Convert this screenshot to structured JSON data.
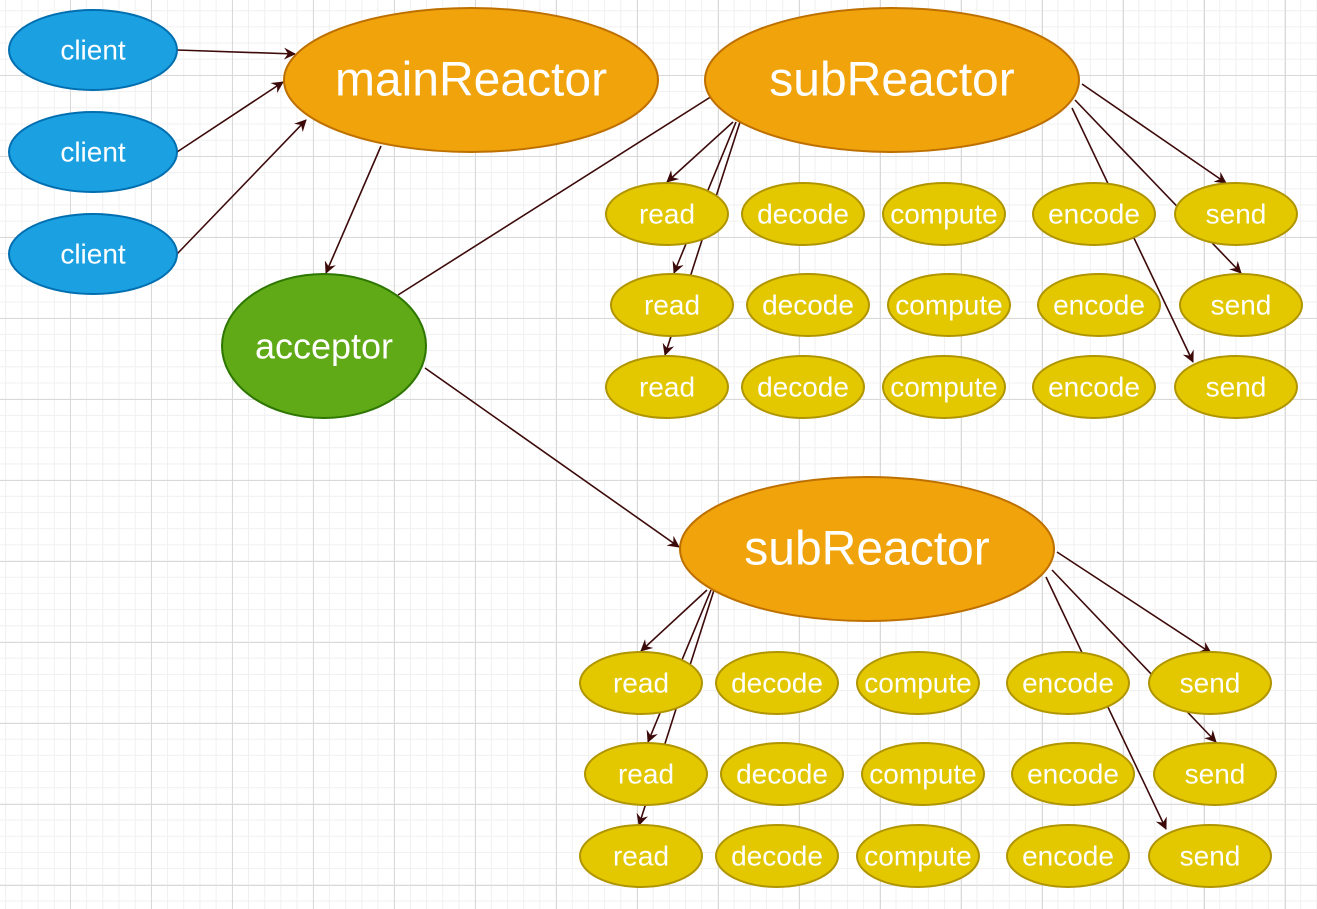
{
  "diagram": {
    "colors": {
      "client_fill": "#1ba1e2",
      "client_stroke": "#006eaf",
      "reactor_fill": "#f0a30a",
      "reactor_stroke": "#bd7000",
      "acceptor_fill": "#60a917",
      "acceptor_stroke": "#2d7600",
      "task_fill": "#e3c800",
      "task_stroke": "#b09500",
      "edge": "#3d0a0a",
      "text": "#ffffff"
    },
    "clients": [
      "client",
      "client",
      "client"
    ],
    "main_reactor": "mainReactor",
    "acceptor": "acceptor",
    "sub_reactors": [
      {
        "label": "subReactor",
        "rows": [
          [
            "read",
            "decode",
            "compute",
            "encode",
            "send"
          ],
          [
            "read",
            "decode",
            "compute",
            "encode",
            "send"
          ],
          [
            "read",
            "decode",
            "compute",
            "encode",
            "send"
          ]
        ]
      },
      {
        "label": "subReactor",
        "rows": [
          [
            "read",
            "decode",
            "compute",
            "encode",
            "send"
          ],
          [
            "read",
            "decode",
            "compute",
            "encode",
            "send"
          ],
          [
            "read",
            "decode",
            "compute",
            "encode",
            "send"
          ]
        ]
      }
    ]
  }
}
